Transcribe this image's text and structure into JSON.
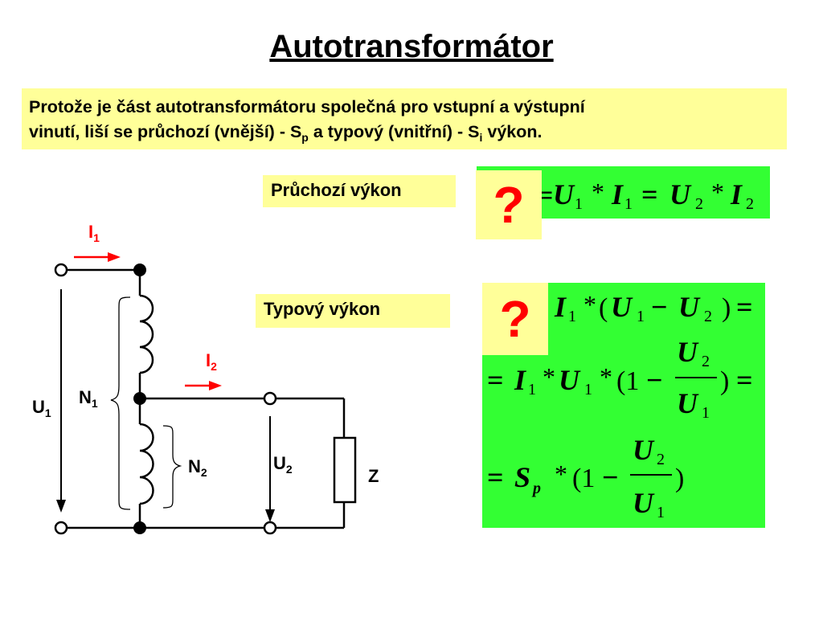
{
  "title": "Autotransformátor",
  "intro": {
    "line1": "Protože je část autotransformátoru společná pro vstupní a výstupní",
    "line2_a": "vinutí, liší se průchozí (vnější) - S",
    "line2_sub_p": "p",
    "line2_b": " a typový (vnitřní) - S",
    "line2_sub_i": "i",
    "line2_c": " výkon."
  },
  "labels": {
    "pruchozi": "Průchozí výkon",
    "typovy": "Typový výkon"
  },
  "question_mark": "?",
  "circuit": {
    "I1": "I",
    "I1_sub": "1",
    "I2": "I",
    "I2_sub": "2",
    "U1": "U",
    "U1_sub": "1",
    "U2": "U",
    "U2_sub": "2",
    "N1": "N",
    "N1_sub": "1",
    "N2": "N",
    "N2_sub": "2",
    "Z": "Z"
  },
  "colors": {
    "label_bg": "#ffff99",
    "formula_bg": "#33ff33",
    "arrow": "#ff0000",
    "question": "#ff0000"
  }
}
